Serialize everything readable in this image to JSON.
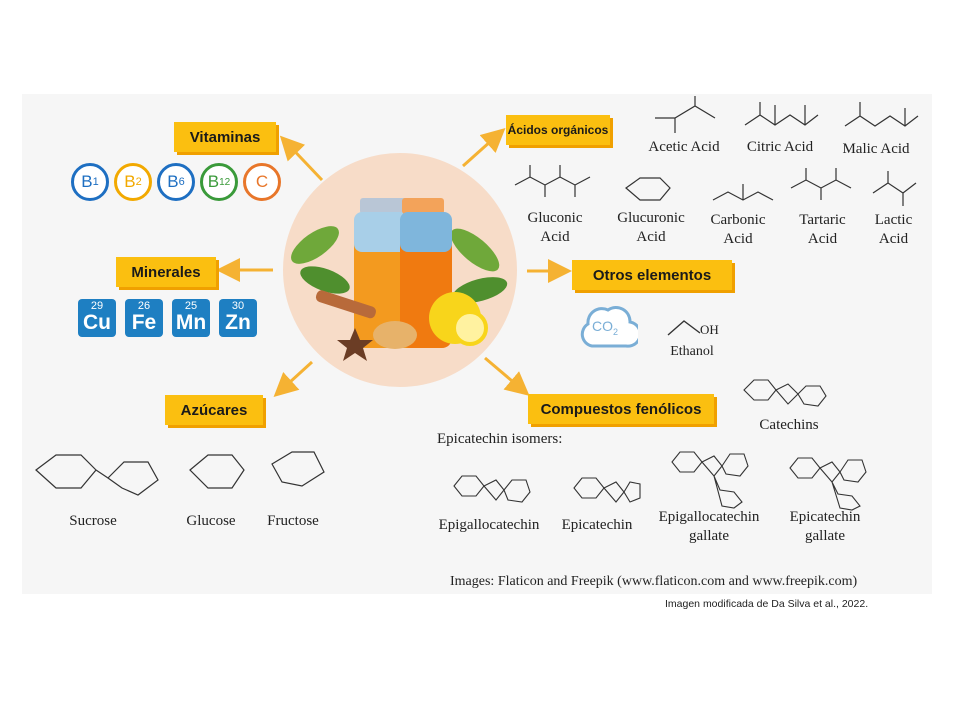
{
  "labels": {
    "vitamins": "Vitaminas",
    "minerals": "Minerales",
    "sugars": "Azúcares",
    "organic_acids": "Ácidos orgánicos",
    "other": "Otros elementos",
    "phenolics": "Compuestos fenólicos"
  },
  "vitamins": [
    {
      "main": "B",
      "sub": "1",
      "color": "#1e6fc2"
    },
    {
      "main": "B",
      "sub": "2",
      "color": "#f2a900"
    },
    {
      "main": "B",
      "sub": "6",
      "color": "#1e6fc2"
    },
    {
      "main": "B",
      "sub": "12",
      "color": "#3a9a3a"
    },
    {
      "main": "C",
      "sub": "",
      "color": "#e8762a"
    }
  ],
  "minerals": [
    {
      "number": "29",
      "symbol": "Cu"
    },
    {
      "number": "26",
      "symbol": "Fe"
    },
    {
      "number": "25",
      "symbol": "Mn"
    },
    {
      "number": "30",
      "symbol": "Zn"
    }
  ],
  "acids": {
    "acetic": "Acetic Acid",
    "citric": "Citric Acid",
    "malic": "Malic Acid",
    "gluconic": [
      "Gluconic",
      "Acid"
    ],
    "glucuronic": [
      "Glucuronic",
      "Acid"
    ],
    "carbonic": [
      "Carbonic",
      "Acid"
    ],
    "tartaric": [
      "Tartaric",
      "Acid"
    ],
    "lactic": [
      "Lactic",
      "Acid"
    ]
  },
  "other": {
    "co2": "CO",
    "co2_sub": "2",
    "ethanol": "Ethanol",
    "oh": "OH"
  },
  "sugars": {
    "sucrose": "Sucrose",
    "glucose": "Glucose",
    "fructose": "Fructose"
  },
  "phenolics": {
    "catechins": "Catechins",
    "isomers_title": "Epicatechin isomers:",
    "epigallocatechin": "Epigallocatechin",
    "epicatechin": "Epicatechin",
    "egcg": [
      "Epigallocatechin",
      "gallate"
    ],
    "ecg": [
      "Epicatechin",
      "gallate"
    ]
  },
  "credits": "Images: Flaticon and Freepik (www.flaticon.com and www.freepik.com)",
  "note": "Imagen modificada de Da Silva et al., 2022.",
  "colors": {
    "label_bg": "#fbbf10",
    "arrow": "#f5b233",
    "center_circle": "#f7dcc8",
    "mineral_tile": "#1e7fc2"
  }
}
